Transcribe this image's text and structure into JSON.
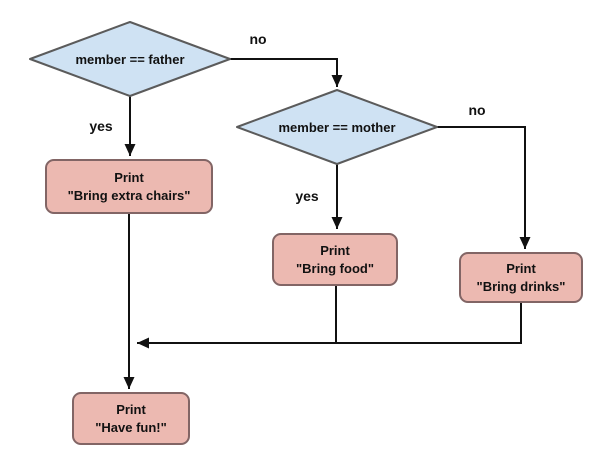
{
  "colors": {
    "background": "#ffffff",
    "decision_fill": "#cfe2f3",
    "decision_border": "#5b5b5b",
    "process_fill": "#ecb9b1",
    "process_border": "#826565",
    "arrow": "#111111",
    "text": "#111111"
  },
  "nodes": [
    {
      "id": "decision-father",
      "type": "decision",
      "label": "member == father"
    },
    {
      "id": "decision-mother",
      "type": "decision",
      "label": "member == mother"
    },
    {
      "id": "process-chairs",
      "type": "process",
      "line1": "Print",
      "line2": "\"Bring extra chairs\""
    },
    {
      "id": "process-food",
      "type": "process",
      "line1": "Print",
      "line2": "\"Bring food\""
    },
    {
      "id": "process-drinks",
      "type": "process",
      "line1": "Print",
      "line2": "\"Bring drinks\""
    },
    {
      "id": "process-havefun",
      "type": "process",
      "line1": "Print",
      "line2": "\"Have fun!\""
    }
  ],
  "edges": [
    {
      "from": "decision-father",
      "label": "yes",
      "to": "process-chairs"
    },
    {
      "from": "decision-father",
      "label": "no",
      "to": "decision-mother"
    },
    {
      "from": "decision-mother",
      "label": "yes",
      "to": "process-food"
    },
    {
      "from": "decision-mother",
      "label": "no",
      "to": "process-drinks"
    },
    {
      "from": "process-chairs",
      "label": "",
      "to": "process-havefun"
    },
    {
      "from": "process-food",
      "label": "",
      "to": "process-havefun"
    },
    {
      "from": "process-drinks",
      "label": "",
      "to": "process-havefun"
    }
  ]
}
